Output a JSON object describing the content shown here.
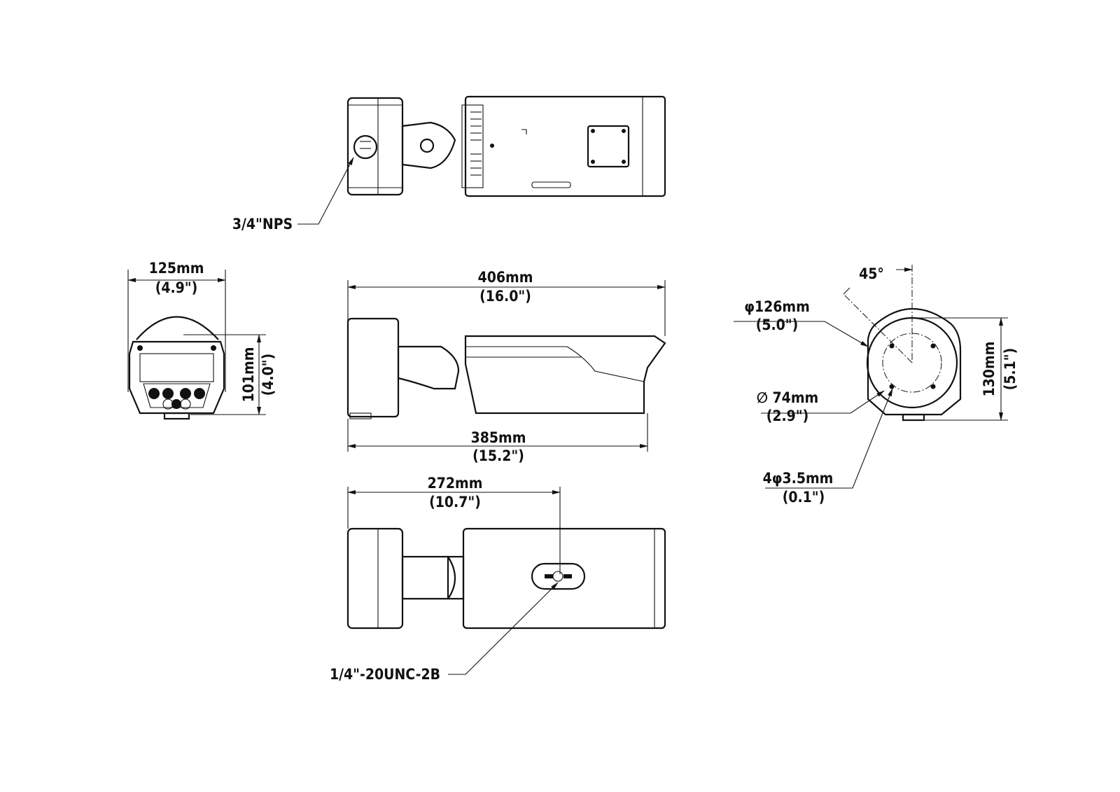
{
  "top_view": {
    "thread_label": "3/4\"NPS"
  },
  "side_view": {
    "overall_length": {
      "mm": "406mm",
      "in": "(16.0\")"
    },
    "housing_length": {
      "mm": "385mm",
      "in": "(15.2\")"
    }
  },
  "bottom_view": {
    "mount_distance": {
      "mm": "272mm",
      "in": "(10.7\")"
    },
    "tripod_thread_label": "1/4\"-20UNC-2B"
  },
  "front_view": {
    "width": {
      "mm": "125mm",
      "in": "(4.9\")"
    },
    "height": {
      "mm": "101mm",
      "in": "(4.0\")"
    }
  },
  "base_view": {
    "angle": "45°",
    "outer_diameter": {
      "mm": "φ126mm",
      "in": "(5.0\")"
    },
    "bolt_circle": {
      "mm": "∅ 74mm",
      "in": "(2.9\")"
    },
    "holes": {
      "mm": "4φ3.5mm",
      "in": "(0.1\")"
    },
    "height": {
      "mm": "130mm",
      "in": "(5.1\")"
    }
  }
}
